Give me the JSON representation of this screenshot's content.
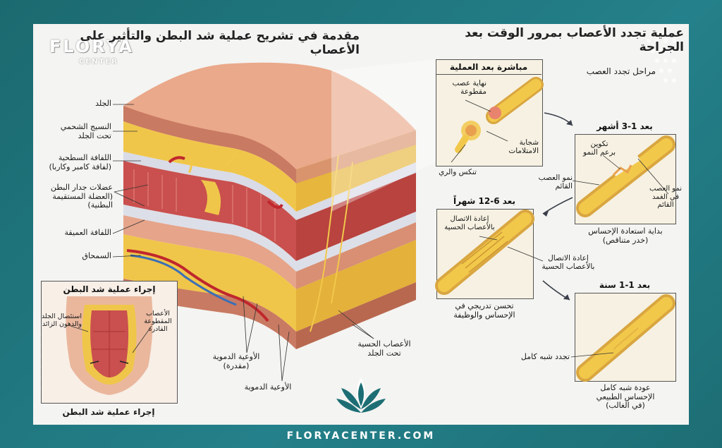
{
  "titles": {
    "right": "عملية تجدد الأعصاب بمرور الوقت بعد الجراحة",
    "left": "مقدمة في تشريح عملية شد البطن والتأثير على الأعصاب"
  },
  "brand": {
    "logo_text": "FLORYA",
    "logo_sub": "CENTER",
    "footer_url": "FLORYACENTER.COM"
  },
  "anatomy_labels": {
    "skin": "الجلد",
    "subcutaneous_fat": "النسيج الشحمي\nتحت الجلد",
    "superficial_fascia": "اللفافة السطحية\n(لفافة كامبر وكاربا)",
    "abdominal_muscles": "عضلات جدار البطن\n(العضلة المستقيمة\nالبطنية)",
    "deep_fascia": "اللفافة العميقة",
    "periosteum": "السمحاق",
    "blood_vessels_cut": "الأوعية الدموية\n(مقدرة)",
    "blood_vessels": "الأوعية الدموية",
    "sensory_nerves": "الأعصاب الحسية\nتحت الجلد"
  },
  "inset": {
    "header": "إجراء عملية شد البطن",
    "footer": "إجراء عملية شد البطن",
    "label_left": "استئصال الجلد\nوالدهون الزائد",
    "label_right": "الأعصاب\nالمقطوعة\nالقادرة"
  },
  "regeneration": {
    "stages_title": "مراحل تجدد العصب",
    "stage_immediate": {
      "header": "مباشرة بعد العملية",
      "label_cut_nerve": "نهاية عصب\nمقطوعة",
      "label_absorb": "شجابة\nالامتلامات",
      "label_degeneration": "تنكس والري"
    },
    "stage_1_3": {
      "header": "بعد 1-3 أشهر",
      "label_growth_bud": "تكوين\nبرعم النمو",
      "label_existing_nerve": "نمو العصب\nالقائم",
      "label_growth_cone": "نمو العصب\nفي الغمد\nالقائم",
      "caption": "بداية استعادة الإحساس\n(خدر متناقص)"
    },
    "stage_6_12": {
      "header": "بعد 6-12 شهراً",
      "label_reconnect_inner": "إعادة الاتصال\nبالأعصاب الحسية",
      "label_reconnect_outer": "إعادة الاتصال\nبالأعصاب الحسية",
      "caption": "تحسن تدريجي في\nالإحساس والوظيفة"
    },
    "stage_1_year": {
      "header": "بعد 1-1 سنة",
      "label_near_complete": "تجدد شبه كامل",
      "caption": "عودة شبه كامل\nالإحساس الطبيعي\n(في الغالب)"
    }
  },
  "colors": {
    "frame": "#1d6e74",
    "panel": "#f4f4f2",
    "skin": "#e7a384",
    "fat": "#f0c64a",
    "muscle": "#c9504e",
    "nerve": "#f2c84b",
    "box_bg": "#f6f1e2"
  }
}
